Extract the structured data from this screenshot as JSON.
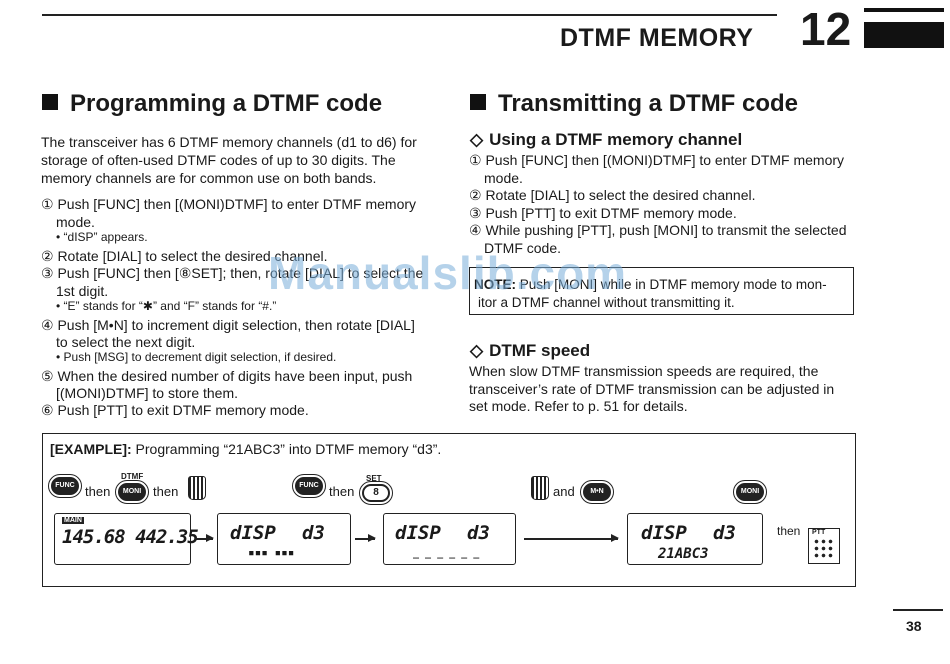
{
  "header": {
    "title": "DTMF MEMORY",
    "chapter": "12"
  },
  "watermark": "Manualslib.com",
  "left": {
    "heading": "Programming a DTMF code",
    "intro": [
      "The transceiver has 6 DTMF memory channels (d1 to d6) for",
      "storage of often-used DTMF codes of up to 30 digits. The",
      "memory channels are for common use on both bands."
    ],
    "steps": [
      "① Push [FUNC] then [(MONI)DTMF] to enter DTMF memory",
      "mode.",
      "• “dISP” appears.",
      "② Rotate [DIAL] to select the desired channel.",
      "③ Push [FUNC] then [⑧SET]; then, rotate [DIAL] to select the",
      "1st digit.",
      "• “E” stands for “✱” and “F” stands for “#.”",
      "④ Push [M•N] to increment digit selection, then rotate [DIAL]",
      "to select the next digit.",
      "• Push [MSG] to decrement digit selection, if desired.",
      "⑤ When the desired number of digits have been input, push",
      "[(MONI)DTMF] to store them.",
      "⑥ Push [PTT] to exit DTMF memory mode."
    ]
  },
  "right": {
    "heading": "Transmitting a DTMF code",
    "sub1": "Using a DTMF memory channel",
    "steps": [
      "① Push [FUNC] then [(MONI)DTMF] to enter DTMF memory",
      "mode.",
      "② Rotate [DIAL] to select the desired channel.",
      "③ Push [PTT] to exit DTMF memory mode.",
      "④ While pushing [PTT], push [MONI] to transmit the selected",
      "DTMF code."
    ],
    "note_label": "NOTE:",
    "note_line1": "Push [MONI] while in DTMF memory mode to mon-",
    "note_line2": "itor a DTMF channel without transmitting it.",
    "sub2": "DTMF speed",
    "speed": [
      "When slow DTMF transmission speeds are required, the",
      "transceiver’s rate of DTMF transmission can be adjusted in",
      "set mode. Refer to p. 51 for details."
    ]
  },
  "example": {
    "label": "[EXAMPLE]:",
    "caption": " Programming “21ABC3” into DTMF memory “d3”.",
    "then": "then",
    "and": "and",
    "key_func": "FUNC",
    "key_moni": "MONI",
    "key_mn": "M•N",
    "key_8": "8",
    "lbl_dtmf": "DTMF",
    "lbl_set": "SET",
    "key_ptt": "PTT",
    "lcd1_tag": "MAIN",
    "lcd1": "145.68 442.35",
    "lcd_disp": "dISP",
    "lcd_ch": "d3",
    "lcd2_sub": "▪▪▪ ▪▪▪",
    "lcd3_sub": "_ _ _  _ _ _",
    "lcd4_sub": "21ABC3"
  },
  "page_number": "38"
}
